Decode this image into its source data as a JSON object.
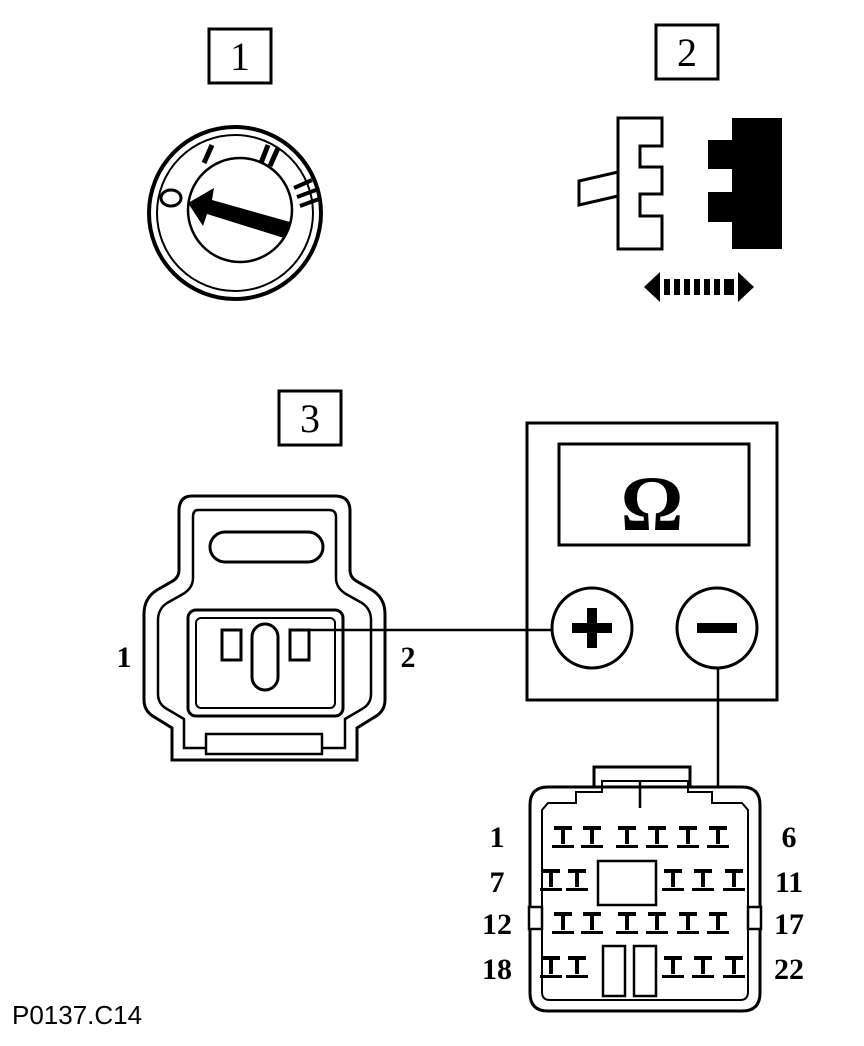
{
  "steps": [
    {
      "label": "1"
    },
    {
      "label": "2"
    },
    {
      "label": "3"
    }
  ],
  "ignition_switch": {
    "positions": [
      "O",
      "I",
      "II",
      "III"
    ]
  },
  "multimeter": {
    "unit_symbol": "Ω",
    "plus_symbol": "+",
    "minus_symbol": "−"
  },
  "sensor_connector": {
    "pin_left": "1",
    "pin_right": "2"
  },
  "ecu_connector": {
    "row_labels_left": [
      "1",
      "7",
      "12",
      "18"
    ],
    "row_labels_right": [
      "6",
      "11",
      "17",
      "22"
    ]
  },
  "caption": "P0137.C14",
  "colors": {
    "ink": "#000000",
    "paper": "#ffffff"
  }
}
